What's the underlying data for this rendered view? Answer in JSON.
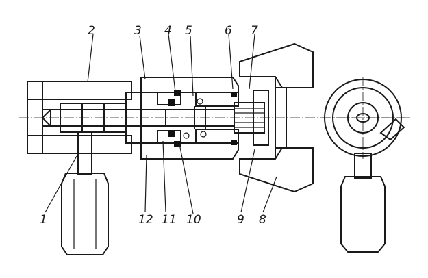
{
  "figure": {
    "part_labels": [
      "1",
      "2",
      "3",
      "4",
      "5",
      "6",
      "7",
      "8",
      "9",
      "10",
      "11",
      "12"
    ]
  },
  "colors": {
    "ink": "#1a1a1a",
    "paper": "#ffffff",
    "hatch": "#333333",
    "seal": "#111111"
  }
}
